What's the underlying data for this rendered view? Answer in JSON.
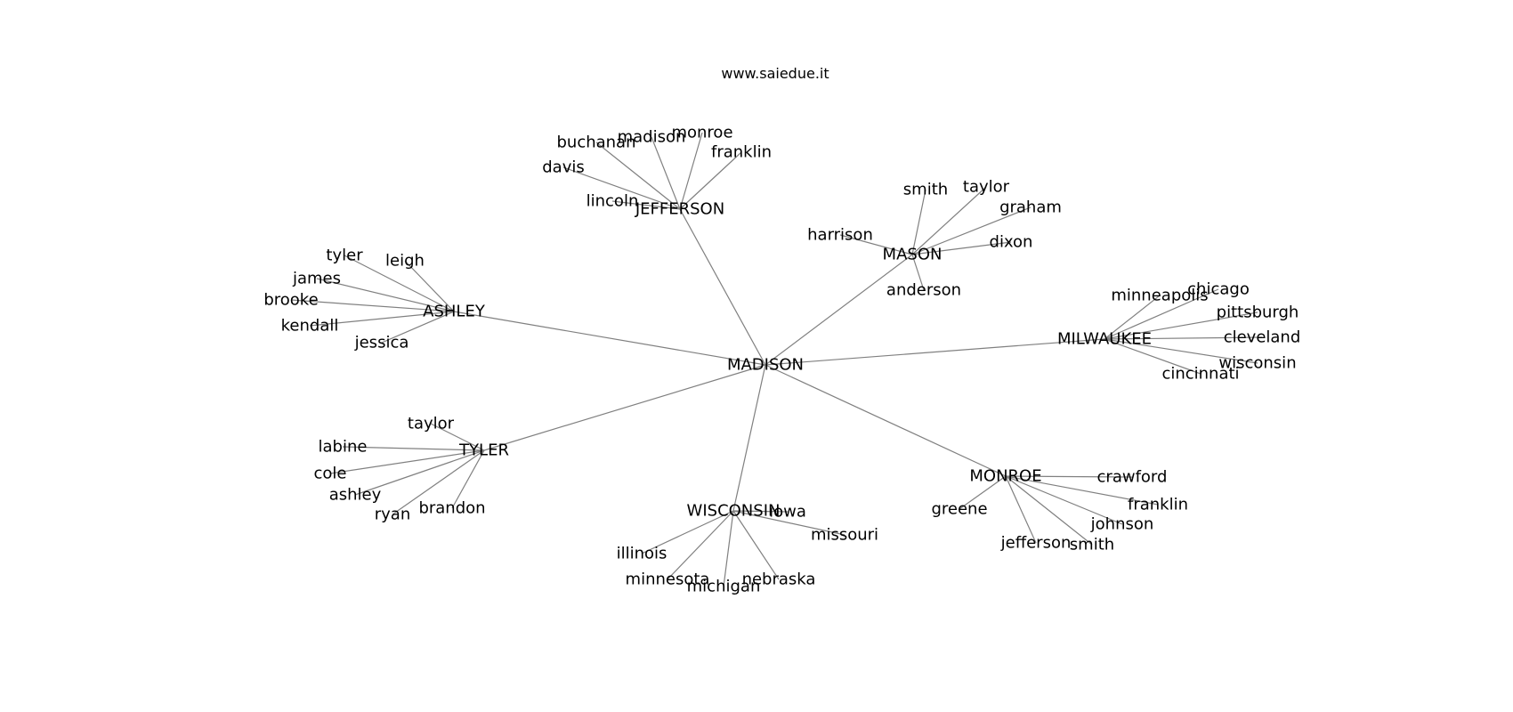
{
  "title": "www.saiedue.it",
  "root": "MADISON",
  "clusters": [
    {
      "hub": "JEFFERSON",
      "leaves": [
        "buchanan",
        "madison",
        "monroe",
        "franklin",
        "davis",
        "lincoln"
      ]
    },
    {
      "hub": "MASON",
      "leaves": [
        "smith",
        "taylor",
        "graham",
        "harrison",
        "dixon",
        "anderson"
      ]
    },
    {
      "hub": "ASHLEY",
      "leaves": [
        "tyler",
        "leigh",
        "james",
        "brooke",
        "kendall",
        "jessica"
      ]
    },
    {
      "hub": "MILWAUKEE",
      "leaves": [
        "minneapolis",
        "chicago",
        "pittsburgh",
        "cleveland",
        "wisconsin",
        "cincinnati"
      ]
    },
    {
      "hub": "TYLER",
      "leaves": [
        "taylor",
        "labine",
        "cole",
        "ashley",
        "ryan",
        "brandon"
      ]
    },
    {
      "hub": "WISCONSIN",
      "leaves": [
        "iowa",
        "missouri",
        "illinois",
        "minnesota",
        "michigan",
        "nebraska"
      ]
    },
    {
      "hub": "MONROE",
      "leaves": [
        "crawford",
        "greene",
        "franklin",
        "johnson",
        "jefferson",
        "smith"
      ]
    }
  ]
}
